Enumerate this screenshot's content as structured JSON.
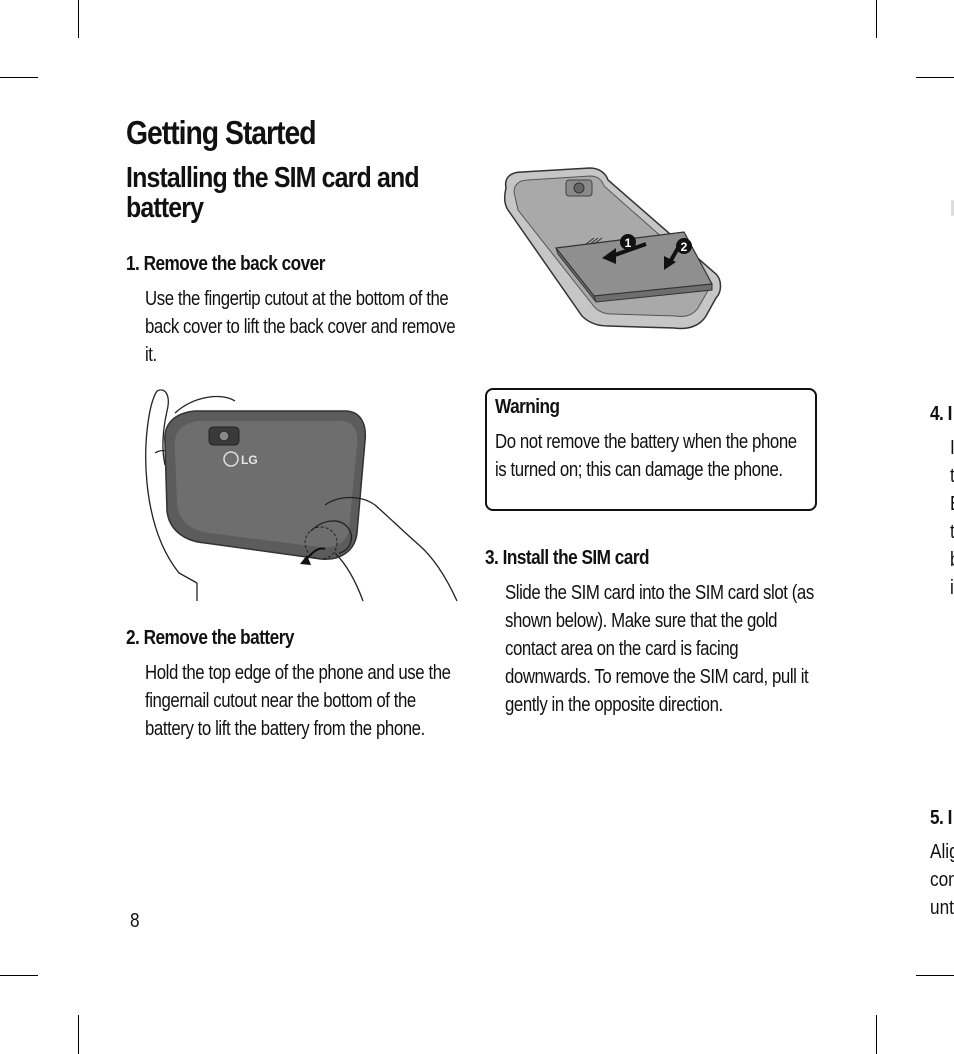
{
  "page": {
    "heading": "Getting Started",
    "subheading": "Installing the SIM card and battery",
    "page_number": "8"
  },
  "steps": [
    {
      "title": "1. Remove the back cover",
      "body": "Use the fingertip cutout at the bottom of the back cover to lift the back cover and remove it."
    },
    {
      "title": "2. Remove the battery",
      "body": "Hold the top edge of the phone and use the fingernail cutout near the bottom of the battery to lift the battery from the phone."
    },
    {
      "title": "3. Install the SIM card",
      "body": "Slide the SIM card into the SIM card slot (as shown below). Make sure that the gold contact area on the card is facing downwards. To remove the SIM card, pull it gently in the opposite direction."
    }
  ],
  "warning": {
    "title": "Warning",
    "body": "Do not remove the battery when the phone is turned on; this can damage the phone."
  },
  "illustrations": {
    "phone_logo": "LG",
    "marker_1": "1",
    "marker_2": "2"
  },
  "next_page_edge": {
    "step4_prefix": "4. I",
    "step4_lines": [
      "I",
      "t",
      "E",
      "t",
      "b",
      "i"
    ],
    "step5_prefix": "5. I",
    "step5_lines": [
      "Alig",
      "con",
      "unt"
    ]
  }
}
